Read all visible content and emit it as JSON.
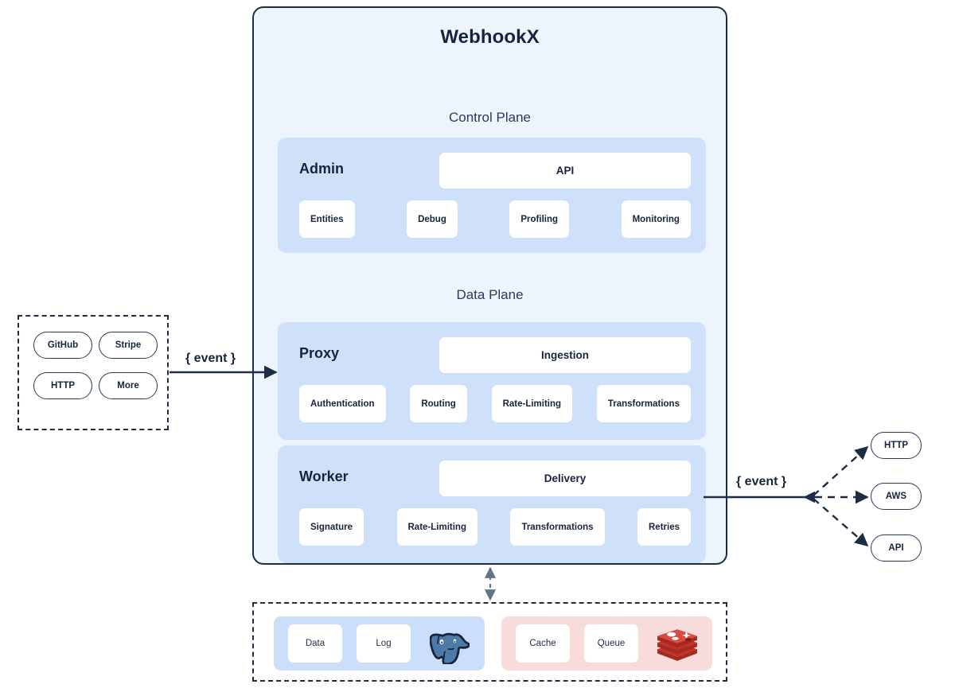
{
  "diagram": {
    "title": "WebhookX",
    "planes": {
      "control": "Control Plane",
      "data": "Data Plane"
    },
    "panels": [
      {
        "name": "Admin",
        "main_card": "API",
        "sub_cards": [
          "Entities",
          "Debug",
          "Profiling",
          "Monitoring"
        ]
      },
      {
        "name": "Proxy",
        "main_card": "Ingestion",
        "sub_cards": [
          "Authentication",
          "Routing",
          "Rate-Limiting",
          "Transformations"
        ]
      },
      {
        "name": "Worker",
        "main_card": "Delivery",
        "sub_cards": [
          "Signature",
          "Rate-Limiting",
          "Transformations",
          "Retries"
        ]
      }
    ],
    "sources": {
      "items": [
        "GitHub",
        "Stripe",
        "HTTP",
        "More"
      ],
      "edge_label": "{ event }"
    },
    "destinations": {
      "items": [
        "HTTP",
        "AWS",
        "API"
      ],
      "edge_label": "{ event }"
    },
    "storage": {
      "database_group": {
        "cards": [
          "Data",
          "Log"
        ],
        "logo": "postgresql-logo"
      },
      "cache_group": {
        "cards": [
          "Cache",
          "Queue"
        ],
        "logo": "redis-logo"
      }
    },
    "colors": {
      "container_border": "#1d2d44",
      "container_bg": "#eef4fd",
      "panel_bg": "#cfe0fa",
      "card_bg": "#ffffff",
      "text": "#16243d",
      "db_group_bg": "#ccdffa",
      "cache_group_bg": "#f8dcdc",
      "postgres_logo": "#336791",
      "redis_logo": "#c6302b",
      "edge_stroke": "#1d2d44",
      "dashed_edge_stroke": "#6b7b93"
    }
  }
}
